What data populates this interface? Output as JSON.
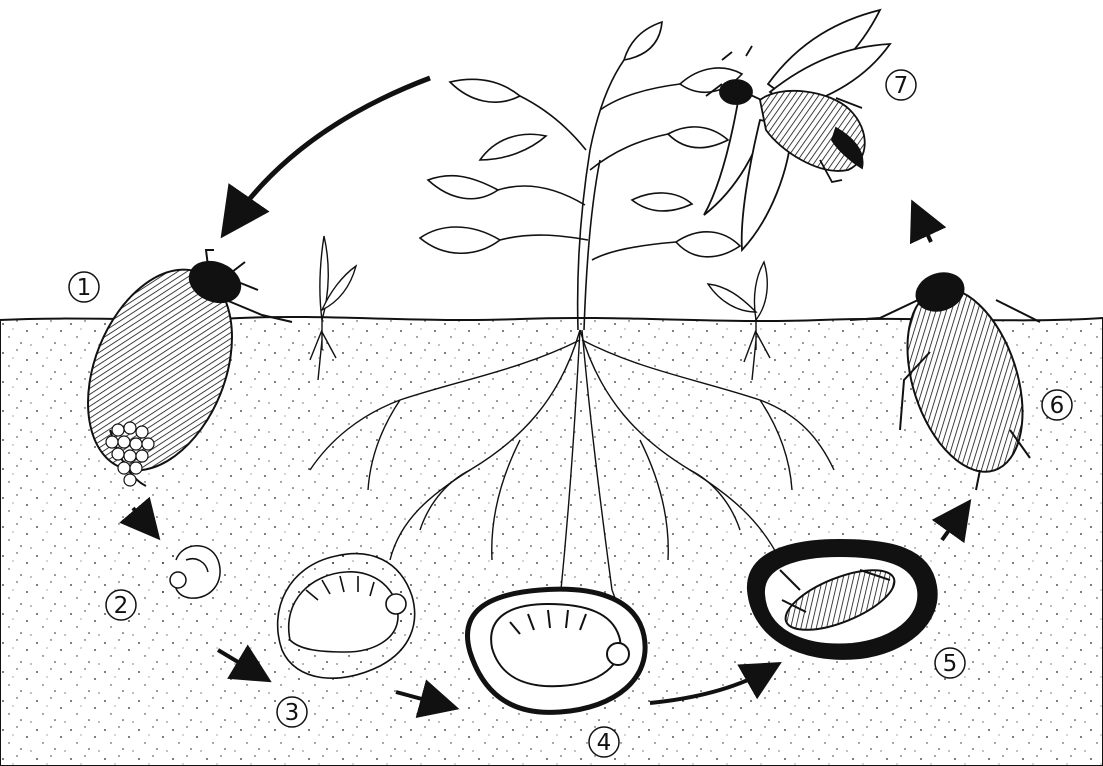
{
  "stages": [
    {
      "id": "stage-1",
      "label": "1",
      "subject": "female-beetle-laying-eggs"
    },
    {
      "id": "stage-2",
      "label": "2",
      "subject": "young-larva"
    },
    {
      "id": "stage-3",
      "label": "3",
      "subject": "larva-grub"
    },
    {
      "id": "stage-4",
      "label": "4",
      "subject": "mature-larva-in-chamber"
    },
    {
      "id": "stage-5",
      "label": "5",
      "subject": "pupa-in-chamber"
    },
    {
      "id": "stage-6",
      "label": "6",
      "subject": "adult-beetle-emerging"
    },
    {
      "id": "stage-7",
      "label": "7",
      "subject": "flying-adult-beetle"
    }
  ],
  "colors": {
    "ink": "#111111",
    "soil": "#ffffff",
    "paper": "#ffffff"
  }
}
